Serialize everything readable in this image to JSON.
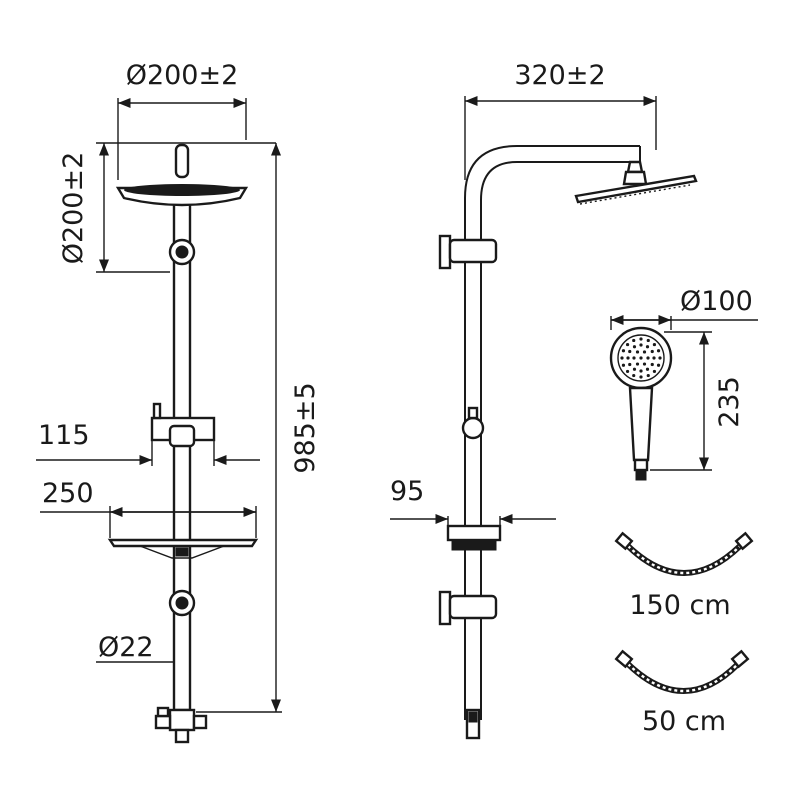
{
  "front_view": {
    "head_diameter": "Ø200±2",
    "head_height": "Ø200±2",
    "total_height": "985±5",
    "holder_width": "115",
    "shelf_width": "250",
    "pipe_diameter": "Ø22"
  },
  "side_view": {
    "arm_length": "320±2",
    "holder_depth": "95"
  },
  "hand_shower": {
    "diameter": "Ø100",
    "length": "235"
  },
  "hoses": [
    {
      "label": "150 cm"
    },
    {
      "label": "50 cm"
    }
  ],
  "colors": {
    "line": "#1a1a1a",
    "background": "#ffffff"
  }
}
